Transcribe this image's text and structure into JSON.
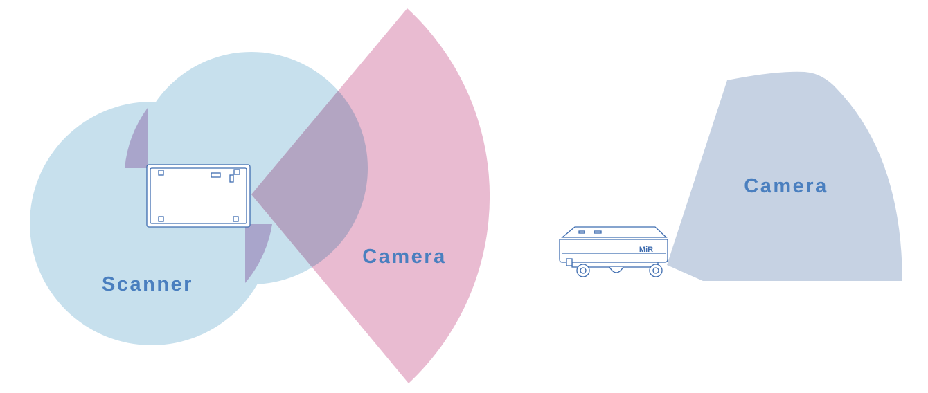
{
  "colors": {
    "scanner_fill": "#c7e0ed",
    "scanner_overlap": "#a9a5cb",
    "camera_fill": "#e9bbd1",
    "camera_overlap": "#b3a5c2",
    "side_camera_fill": "#c6d2e3",
    "label": "#4a7fbf",
    "outline": "#3f6db0"
  },
  "top_view": {
    "scanner_label": "Scanner",
    "camera_label": "Camera"
  },
  "side_view": {
    "camera_label": "Camera",
    "robot_logo": "MiR"
  }
}
